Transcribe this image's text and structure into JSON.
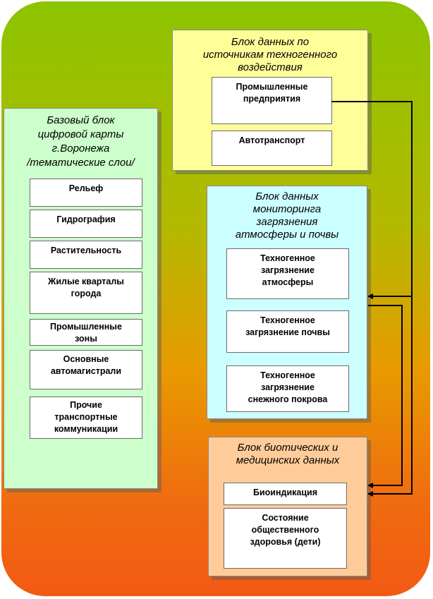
{
  "blocks": {
    "sources": {
      "title": "Блок данных по\nисточникам техногенного\nвоздействия",
      "items": [
        "Промышленные\nпредприятия",
        "Автотранспорт"
      ],
      "color": "#ffff99"
    },
    "base": {
      "title": "Базовый блок\nцифровой карты\nг.Воронежа\n/тематические слои/",
      "items": [
        "Рельеф",
        "Гидрография",
        "Растительность",
        "Жилые кварталы\nгорода",
        "Промышленные\nзоны",
        "Основные\nавтомагистрали",
        "Прочие\nтранспортные\nкоммуникации"
      ],
      "color": "#ccffcc"
    },
    "monitoring": {
      "title": "Блок данных\nмониторинга\nзагрязнения\nатмосферы и почвы",
      "items": [
        "Техногенное\nзагрязнение\nатмосферы",
        "Техногенное\nзагрязнение почвы",
        "Техногенное\nзагрязнение\nснежного покрова"
      ],
      "color": "#ccffff"
    },
    "biotic": {
      "title": "Блок биотических и\nмедицинских данных",
      "items": [
        "Биоиндикация",
        "Состояние\nобщественного\nздоровья (дети)"
      ],
      "color": "#ffcc99"
    }
  },
  "colors": {
    "background_top": "#8cc400",
    "background_bottom": "#f25a14",
    "connector": "#000000"
  }
}
